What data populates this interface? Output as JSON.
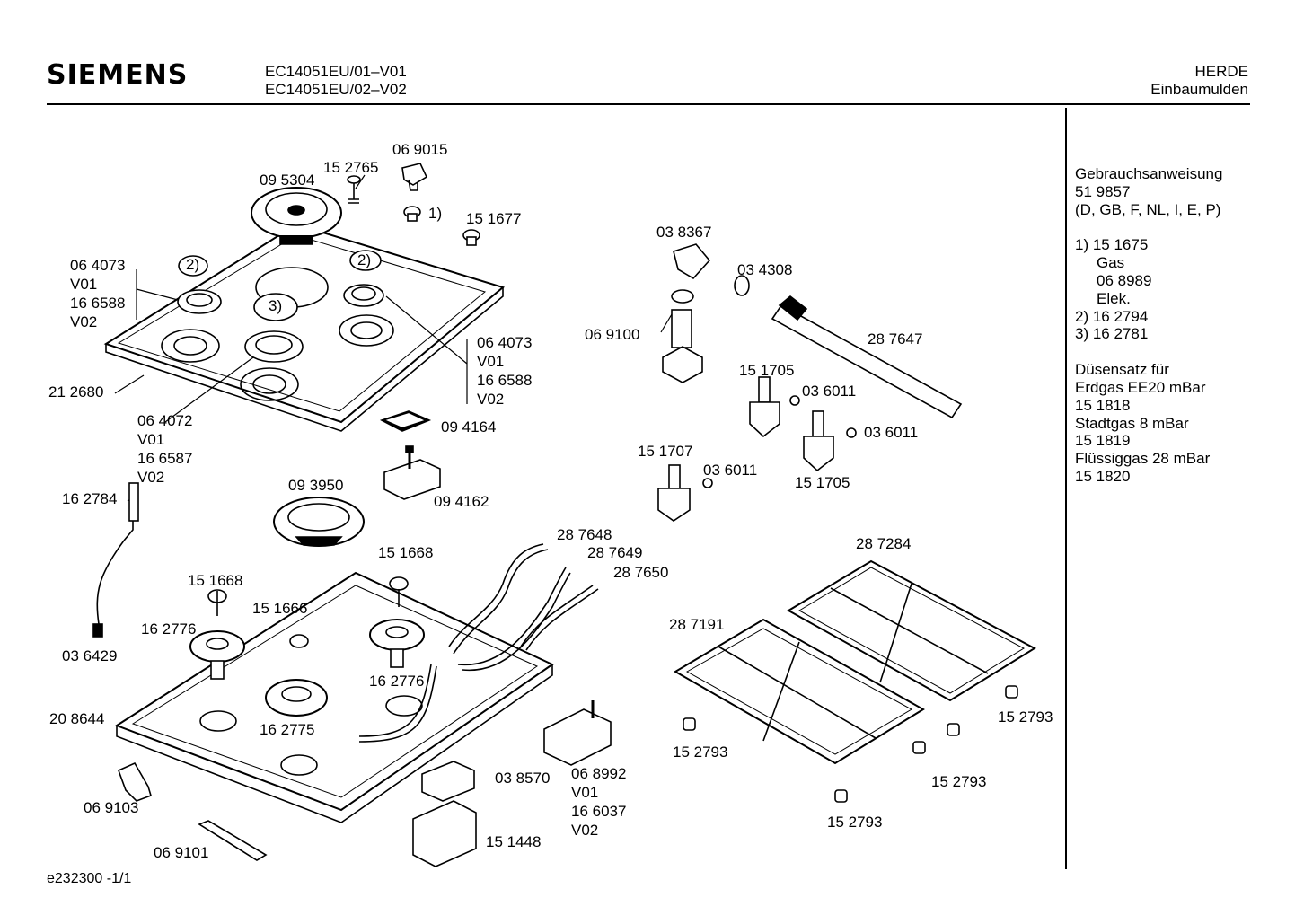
{
  "header": {
    "brand": "SIEMENS",
    "model_1": "EC14051EU/01–V01",
    "model_2": "EC14051EU/02–V02",
    "category_1": "HERDE",
    "category_2": "Einbaumulden"
  },
  "sidebar": {
    "manual_title": "Gebrauchsanweisung",
    "manual_number": "51 9857",
    "manual_languages": "(D, GB, F, NL, I, E, P)",
    "note1_code": "1)  15 1675",
    "note1_type": "Gas",
    "note1_alt_code": "06 8989",
    "note1_alt_type": "Elek.",
    "note2": "2)  16 2794",
    "note3": "3)  16 2781",
    "nozzle_title": "Düsensatz für",
    "gas1_name": "Erdgas EE20 mBar",
    "gas1_code": "15 1818",
    "gas2_name": "Stadtgas 8 mBar",
    "gas2_code": "15 1819",
    "gas3_name": "Flüssiggas 28 mBar",
    "gas3_code": "15 1820"
  },
  "footer": {
    "code": "e232300   -1/1"
  },
  "labels": {
    "p069015": "06 9015",
    "p152765": "15 2765",
    "p095304": "09 5304",
    "note1": "1)",
    "p151677": "15 1677",
    "p064073_a": "06 4073",
    "v01_a": "V01",
    "p166588_a": "16 6588",
    "v02_a": "V02",
    "note2_a": "2)",
    "note2_b": "2)",
    "note3": "3)",
    "p064073_b": "06 4073",
    "v01_b": "V01",
    "p166588_b": "16 6588",
    "v02_b": "V02",
    "p212680": "21 2680",
    "p064072": "06 4072",
    "v01_c": "V01",
    "p166587": "16 6587",
    "v02_c": "V02",
    "p094164": "09 4164",
    "p094162": "09 4162",
    "p093950": "09 3950",
    "p162784": "16 2784",
    "p036429": "03 6429",
    "p038367": "03 8367",
    "p034308": "03 4308",
    "p069100": "06 9100",
    "p287647": "28 7647",
    "p151705_a": "15 1705",
    "p036011_a": "03 6011",
    "p036011_b": "03 6011",
    "p151705_b": "15 1705",
    "p151707": "15 1707",
    "p036011_c": "03 6011",
    "p287648": "28 7648",
    "p287649": "28 7649",
    "p287650": "28 7650",
    "p151668_a": "15 1668",
    "p151668_b": "15 1668",
    "p151666": "15 1666",
    "p162776_a": "16 2776",
    "p162776_b": "16 2776",
    "p162775": "16 2775",
    "p208644": "20 8644",
    "p069103": "06 9103",
    "p069101": "06 9101",
    "p038570": "03 8570",
    "p151448": "15 1448",
    "p068992": "06 8992",
    "v01_d": "V01",
    "p166037": "16 6037",
    "v02_d": "V02",
    "p287284": "28 7284",
    "p287191": "28 7191",
    "p152793_a": "15 2793",
    "p152793_b": "15 2793",
    "p152793_c": "15 2793",
    "p152793_d": "15 2793"
  }
}
